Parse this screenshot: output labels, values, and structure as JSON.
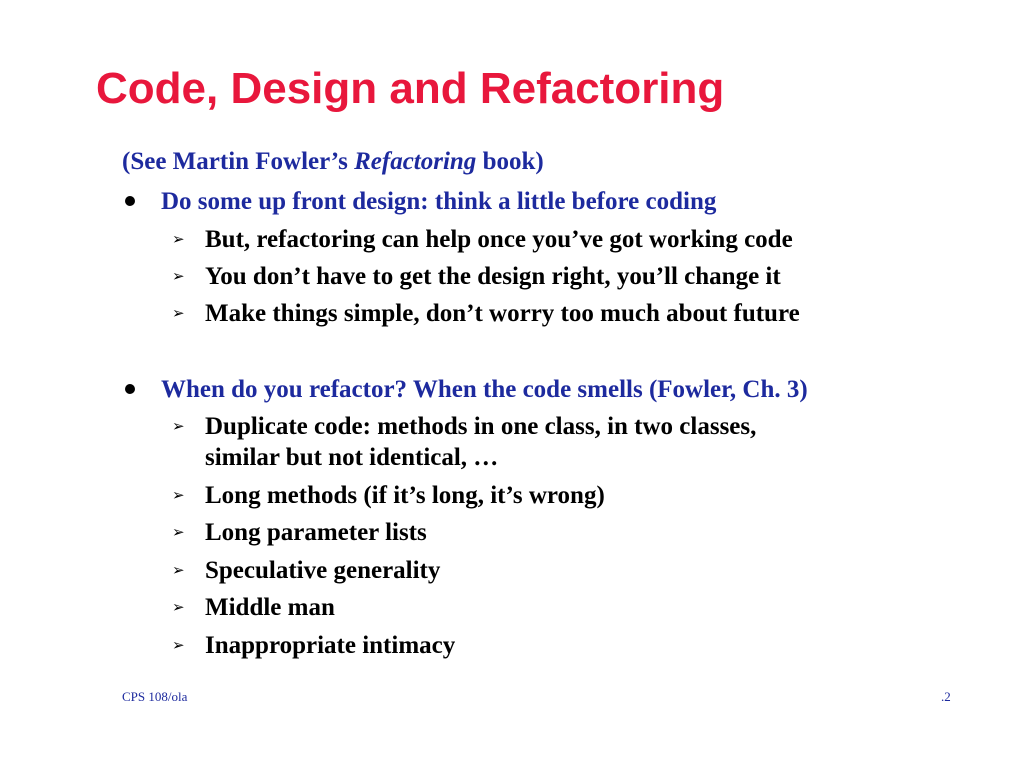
{
  "slide": {
    "title": "Code, Design and Refactoring",
    "intro": {
      "before": "(See Martin Fowler’s ",
      "italic": "Refactoring",
      "after": " book)"
    },
    "bullets": [
      {
        "text": "Do some up front design: think a little before coding",
        "subs": [
          "But, refactoring can help once you’ve got working code",
          "You don’t have to get the design right, you’ll change it",
          "Make things simple, don’t worry too much about future"
        ]
      },
      {
        "text": "When do you refactor? When the code smells (Fowler, Ch. 3)",
        "subs": [
          "Duplicate code: methods in one class, in two classes,",
          "similar but not identical, …",
          "Long methods (if it’s long, it’s wrong)",
          "Long parameter lists",
          "Speculative generality",
          "Middle man",
          "Inappropriate intimacy"
        ]
      }
    ],
    "footer": {
      "left": "CPS 108/ola",
      "right": ".2"
    }
  },
  "icons": {
    "bullet": "filled-circle",
    "sub_bullet": "arrowhead-right"
  },
  "colors": {
    "title": "#e8173c",
    "accent_text": "#1d2a9e",
    "body_text": "#000000"
  }
}
